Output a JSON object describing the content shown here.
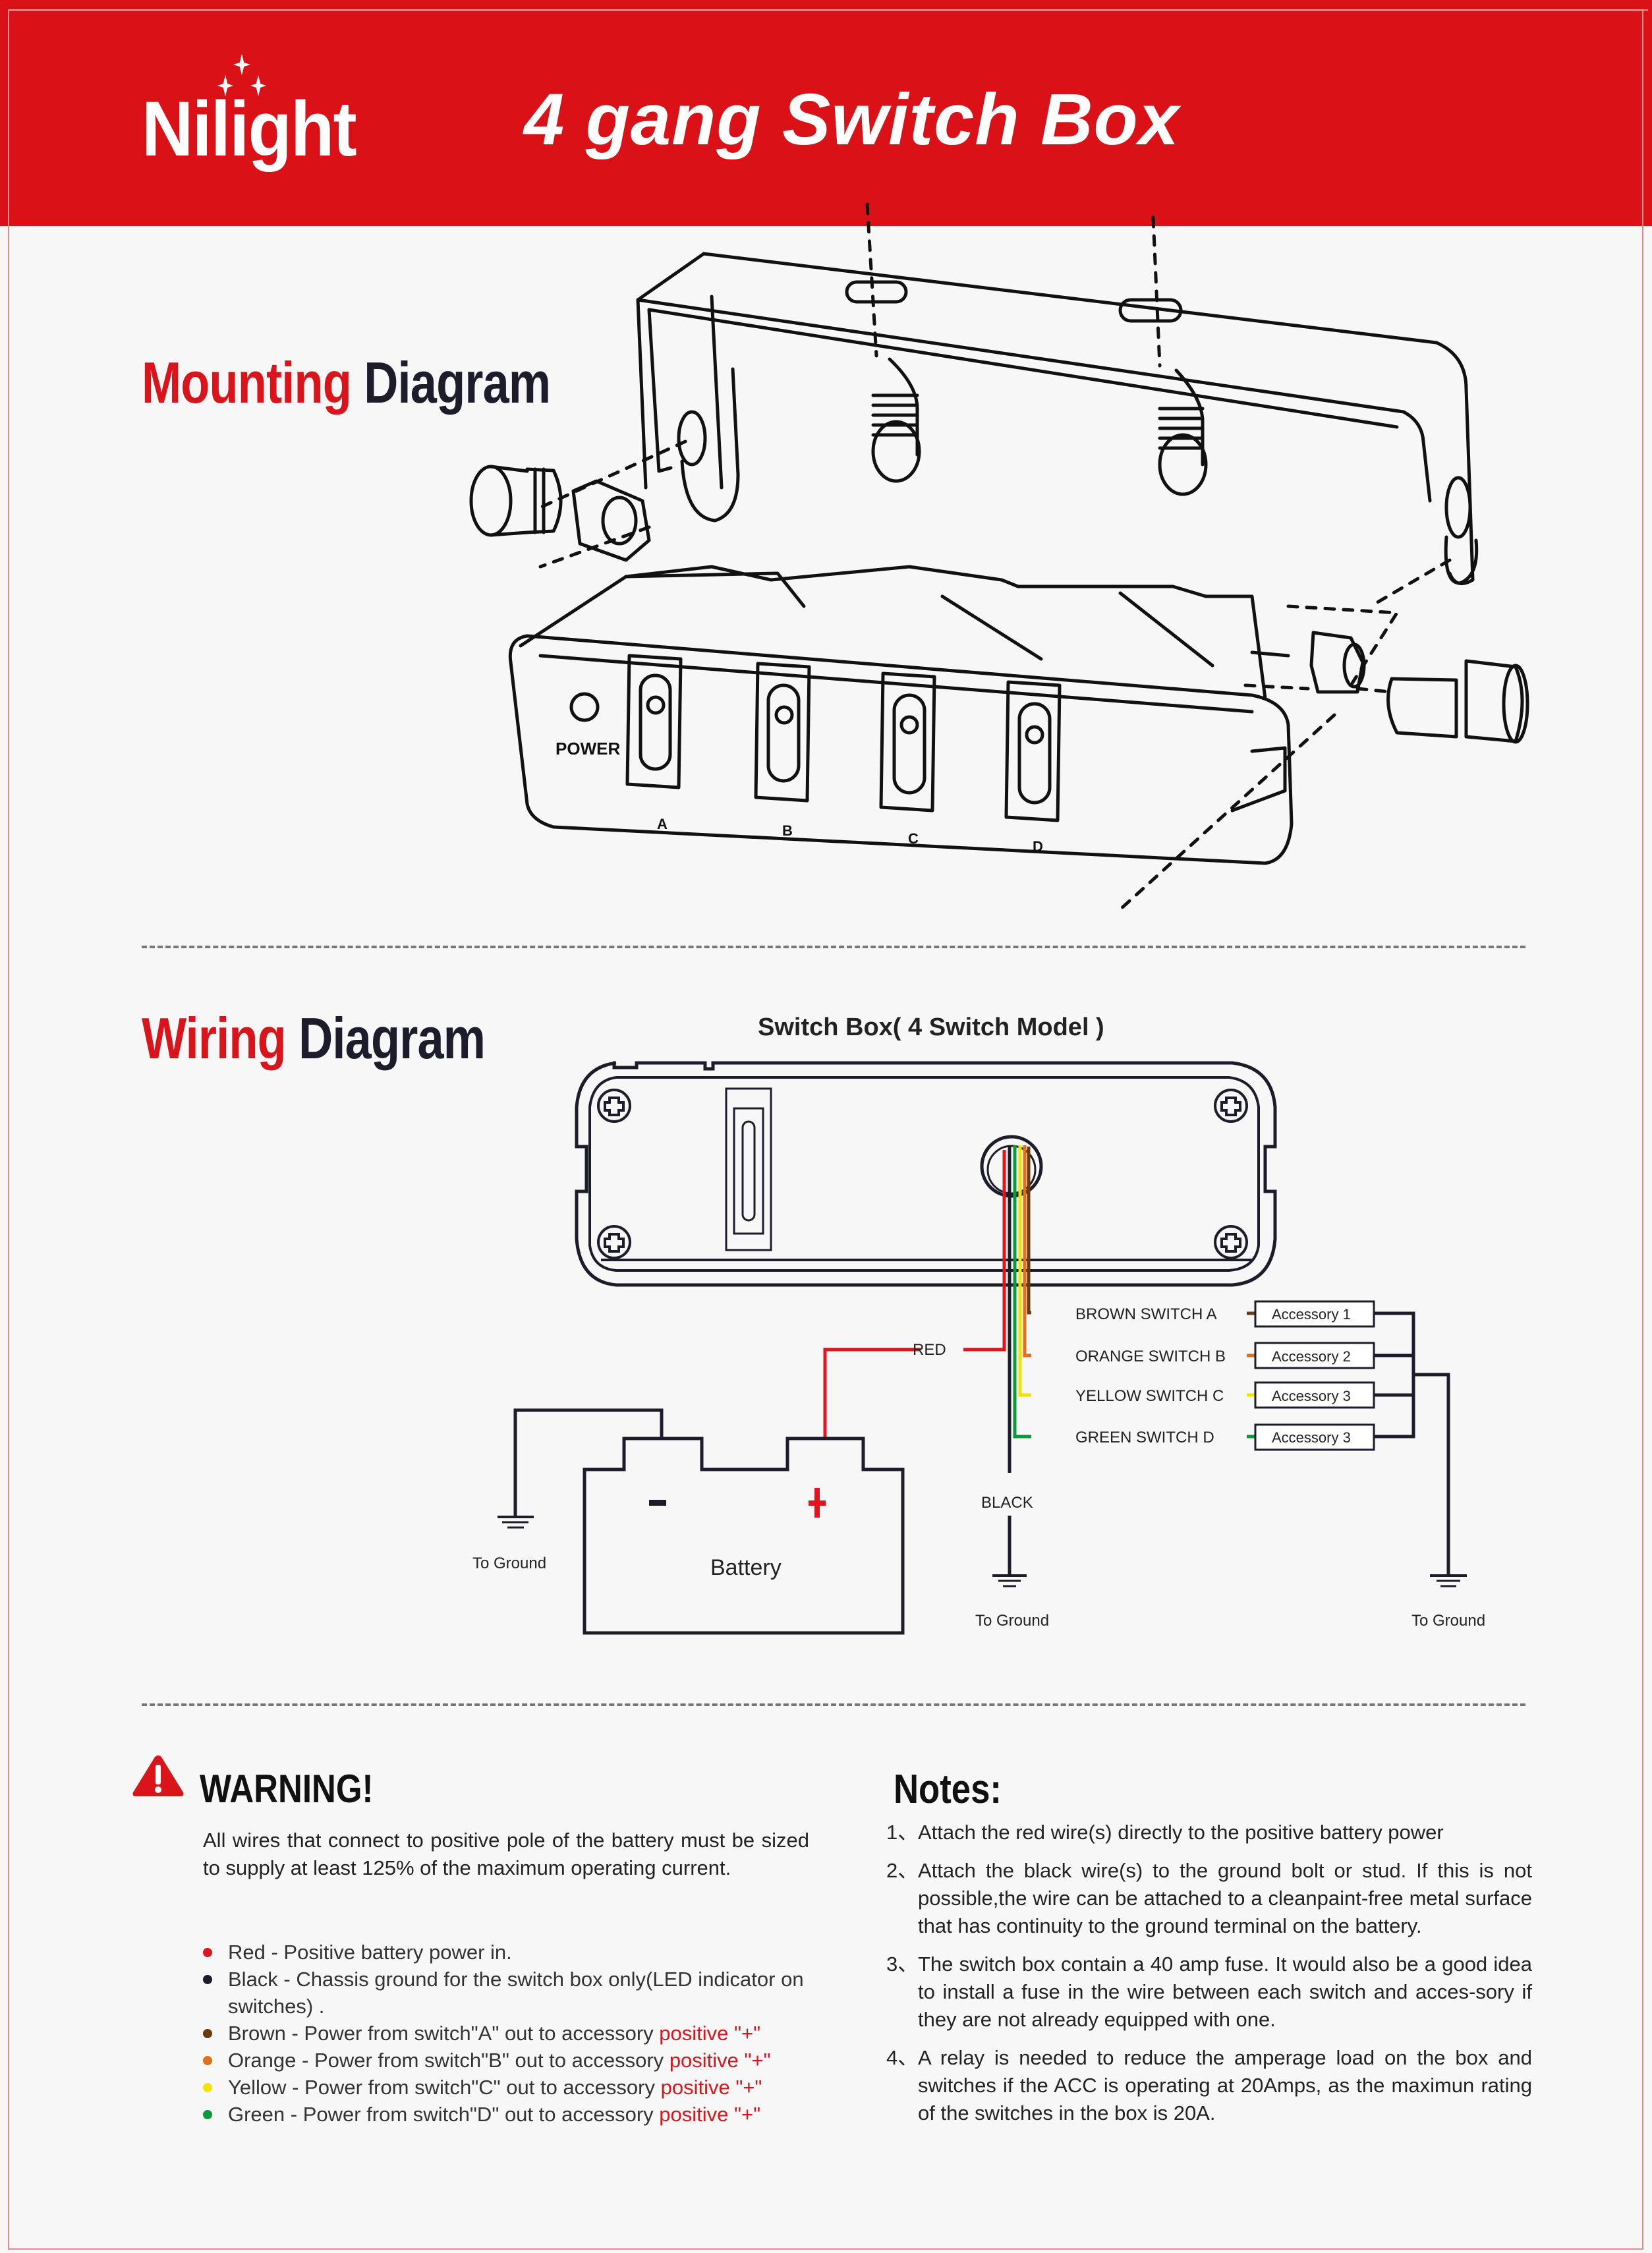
{
  "header": {
    "brand": "Nilight",
    "title": "4 gang Switch Box",
    "bg_color": "#da1217"
  },
  "mounting": {
    "title_red": "Mounting",
    "title_dark": "Diagram",
    "power_label": "POWER",
    "switch_labels": [
      "A",
      "B",
      "C",
      "D"
    ]
  },
  "wiring": {
    "title_red": "Wiring",
    "title_dark": "Diagram",
    "switchbox_title": "Switch Box( 4 Switch Model )",
    "red_label": "RED",
    "black_label": "BLACK",
    "battery_label": "Battery",
    "battery_minus": "−",
    "battery_plus": "+",
    "ground_label": "To Ground",
    "wires": [
      {
        "label": "BROWN SWITCH A",
        "color": "#6b3a0f",
        "accessory": "Accessory 1"
      },
      {
        "label": "ORANGE SWITCH B",
        "color": "#e0701e",
        "accessory": "Accessory 2"
      },
      {
        "label": "YELLOW SWITCH C",
        "color": "#f2e205",
        "accessory": "Accessory 3"
      },
      {
        "label": "GREEN SWITCH D",
        "color": "#0a9a3a",
        "accessory": "Accessory 3"
      }
    ],
    "red_color": "#e0161c",
    "black_color": "#1c1c2a"
  },
  "warning": {
    "title": "WARNING!",
    "text": "All wires that connect to positive pole of the battery must be sized to supply at least 125% of the maximum operating current.",
    "bullets": [
      {
        "color": "#e0161c",
        "text": "Red - Positive battery power in.",
        "suffix": ""
      },
      {
        "color": "#1c1c2a",
        "text": "Black - Chassis ground for the switch box only(LED indicator on switches) .",
        "suffix": ""
      },
      {
        "color": "#6b3a0f",
        "text": "Brown - Power from switch\"A\" out to accessory ",
        "suffix": "positive \"+\""
      },
      {
        "color": "#e0701e",
        "text": "Orange - Power from switch\"B\" out to accessory ",
        "suffix": "positive \"+\""
      },
      {
        "color": "#f2e205",
        "text": "Yellow - Power from switch\"C\" out to accessory ",
        "suffix": "positive \"+\""
      },
      {
        "color": "#0a9a3a",
        "text": "Green - Power from switch\"D\" out to accessory ",
        "suffix": "positive \"+\""
      }
    ]
  },
  "notes": {
    "title": "Notes:",
    "items": [
      {
        "num": "1、",
        "text": "Attach the red wire(s) directly to the positive battery power"
      },
      {
        "num": "2、",
        "text": "Attach the black wire(s) to the ground bolt or stud. If this is not possible,the wire can be attached to a cleanpaint-free metal surface that has continuity to the ground terminal on the battery."
      },
      {
        "num": "3、",
        "text": "The switch box contain a 40 amp fuse. It would also be a good idea to install a fuse in the wire between each switch and acces-sory if they are not already equipped with one."
      },
      {
        "num": "4、",
        "text": "A relay is needed to reduce the amperage load on the box and switches if the ACC is operating at 20Amps, as the maximun rating of the switches in the box is 20A."
      }
    ]
  }
}
